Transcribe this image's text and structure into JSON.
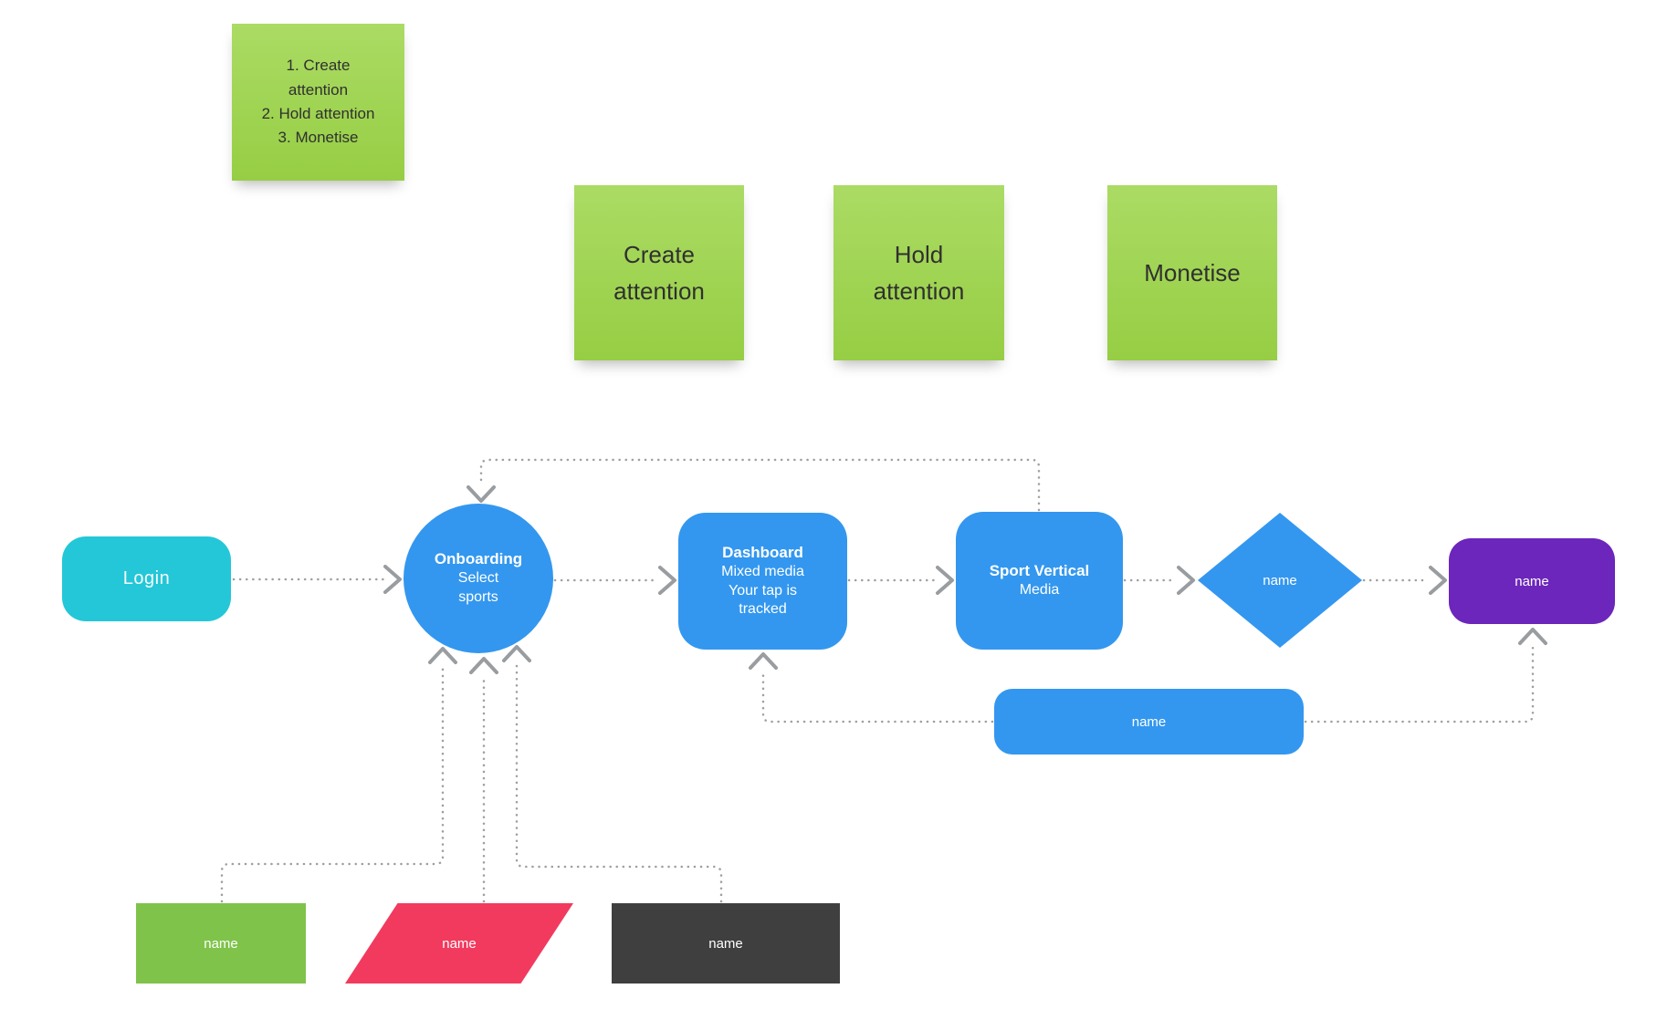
{
  "colors": {
    "canvas": "#ffffff",
    "sticky_top": "#abdb64",
    "sticky_bottom": "#96ce44",
    "sticky_text": "#303030",
    "teal": "#23c7d8",
    "blue": "#3397ef",
    "purple": "#6c26bb",
    "green": "#7fc34a",
    "pink": "#f23a5e",
    "dark": "#3f3f3f",
    "connector": "#9f9f9f",
    "arrow": "#999da0",
    "node_text": "#ffffff"
  },
  "stickies": {
    "summary": {
      "text": "1. Create attention\n2. Hold attention\n3. Monetise"
    },
    "create": {
      "label": "Create\nattention"
    },
    "hold": {
      "label": "Hold\nattention"
    },
    "monetise": {
      "label": "Monetise"
    }
  },
  "nodes": {
    "login": {
      "label": "Login"
    },
    "onboarding": {
      "title": "Onboarding",
      "subtitle": "Select sports"
    },
    "dashboard": {
      "title": "Dashboard",
      "line1": "Mixed media",
      "line2": "Your tap is tracked"
    },
    "sport_vertical": {
      "title": "Sport Vertical",
      "subtitle": "Media"
    },
    "decision": {
      "label": "name"
    },
    "outcome": {
      "label": "name"
    },
    "feedback": {
      "label": "name"
    },
    "input_green": {
      "label": "name"
    },
    "input_pink": {
      "label": "name"
    },
    "input_dark": {
      "label": "name"
    }
  }
}
